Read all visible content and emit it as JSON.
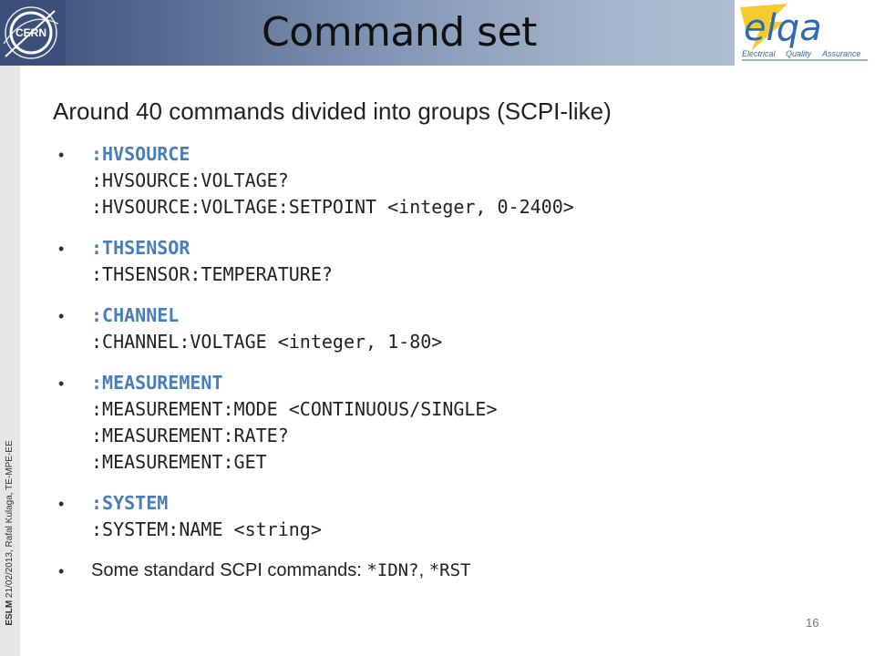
{
  "slide": {
    "title": "Command set",
    "subtitle": "Around 40 commands divided into groups (SCPI-like)",
    "page_number": "16",
    "footer": {
      "event": "ESLM",
      "details": " 21/02/2013,  Rafal Kulaga, TE-MPE-EE"
    },
    "logos": {
      "cern_text": "CERN",
      "elqa_text": "elqa",
      "elqa_tagline_1": "Electrical",
      "elqa_tagline_2": "Quality",
      "elqa_tagline_3": "Assurance"
    },
    "command_groups": [
      {
        "name": ":HVSOURCE",
        "commands": [
          ":HVSOURCE:VOLTAGE?",
          ":HVSOURCE:VOLTAGE:SETPOINT <integer, 0-2400>"
        ]
      },
      {
        "name": ":THSENSOR",
        "commands": [
          ":THSENSOR:TEMPERATURE?"
        ]
      },
      {
        "name": ":CHANNEL",
        "commands": [
          ":CHANNEL:VOLTAGE <integer, 1-80>"
        ]
      },
      {
        "name": ":MEASUREMENT",
        "commands": [
          ":MEASUREMENT:MODE <CONTINUOUS/SINGLE>",
          ":MEASUREMENT:RATE?",
          ":MEASUREMENT:GET"
        ]
      },
      {
        "name": ":SYSTEM",
        "commands": [
          ":SYSTEM:NAME <string>"
        ]
      }
    ],
    "standard_commands": {
      "label": "Some standard SCPI commands: ",
      "cmd1": "*IDN?",
      "separator": ", ",
      "cmd2": "*RST"
    },
    "colors": {
      "group_heading": "#4a7ebb",
      "header_dark": "#3c4f77",
      "elqa_blue": "#2f6bb3",
      "elqa_yellow": "#f5c518"
    }
  }
}
